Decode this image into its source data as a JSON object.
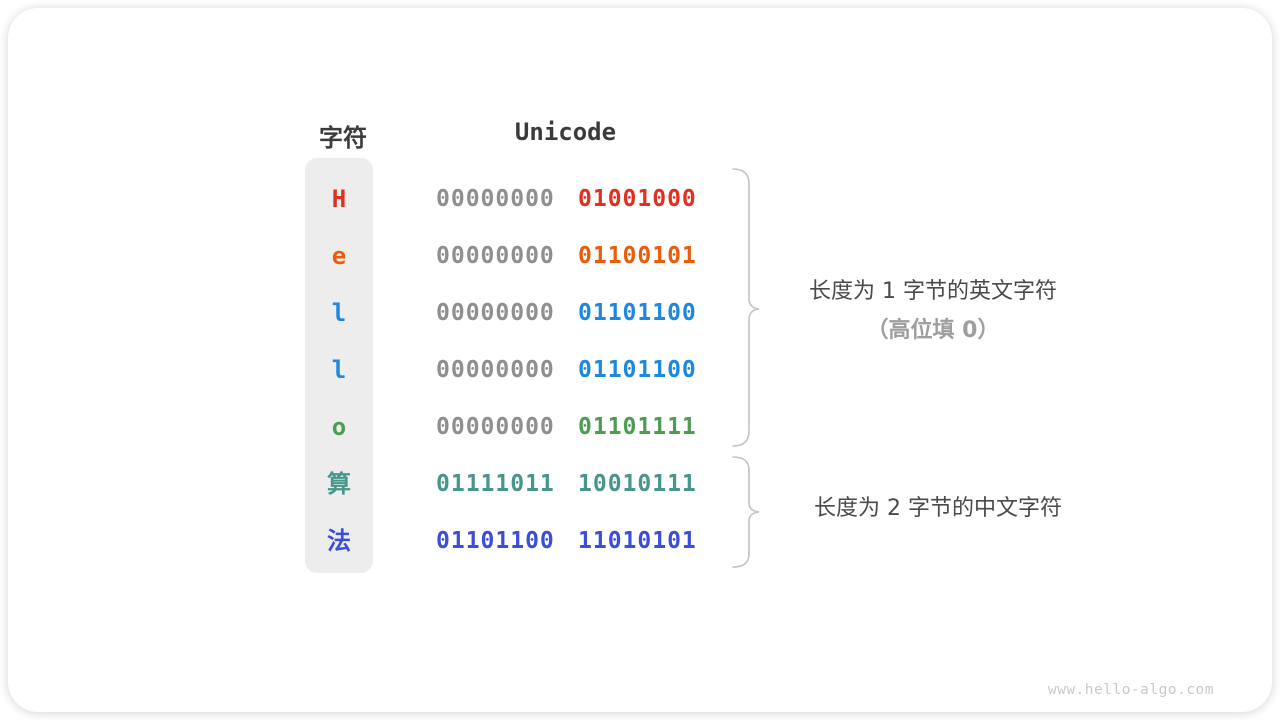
{
  "table": {
    "headers": {
      "char": "字符",
      "unicode": "Unicode"
    },
    "rows": [
      {
        "char": "H",
        "byte_high": "00000000",
        "byte_low": "01001000",
        "color": "#e0301f",
        "high_is_padding": true
      },
      {
        "char": "e",
        "byte_high": "00000000",
        "byte_low": "01100101",
        "color": "#ea5c0a",
        "high_is_padding": true
      },
      {
        "char": "l",
        "byte_high": "00000000",
        "byte_low": "01101100",
        "color": "#1e87e0",
        "high_is_padding": true
      },
      {
        "char": "l",
        "byte_high": "00000000",
        "byte_low": "01101100",
        "color": "#1e87e0",
        "high_is_padding": true
      },
      {
        "char": "o",
        "byte_high": "00000000",
        "byte_low": "01101111",
        "color": "#4c9c52",
        "high_is_padding": true
      },
      {
        "char": "算",
        "byte_high": "01111011",
        "byte_low": "10010111",
        "color": "#46968c",
        "high_is_padding": false
      },
      {
        "char": "法",
        "byte_high": "01101100",
        "byte_low": "11010101",
        "color": "#3c4ed8",
        "high_is_padding": false
      }
    ]
  },
  "annotations": {
    "english": {
      "line1": "长度为 1 字节的英文字符",
      "line2": "（高位填 0）"
    },
    "chinese": {
      "line1": "长度为 2 字节的中文字符"
    }
  },
  "watermark": "www.hello-algo.com",
  "colors": {
    "padding_zero_gray": "#8f8f8f",
    "header_text": "#3b3b3b",
    "annotation_text": "#4a4a4a",
    "annotation_muted": "#9e9e9e",
    "brace": "#c3c3c3",
    "char_column_bg": "#ededed",
    "watermark": "#c9c9c9"
  }
}
